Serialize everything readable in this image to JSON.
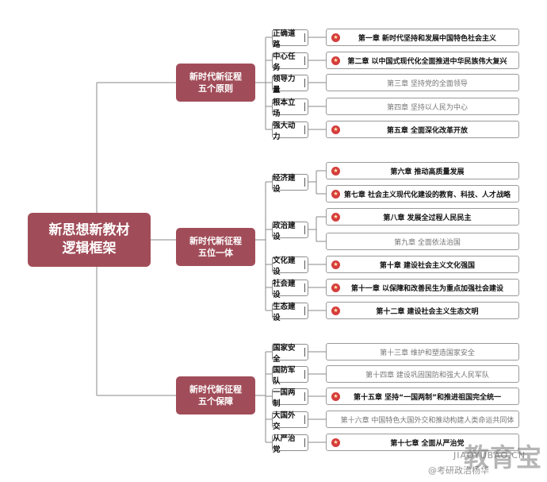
{
  "root": {
    "line1": "新思想新教材",
    "line2": "逻辑框架"
  },
  "branches": [
    {
      "line1": "新时代新征程",
      "line2": "五个原则",
      "categories": [
        {
          "label": "正确道路",
          "chapters": [
            {
              "text": "第一章 新时代坚持和发展中国特色社会主义",
              "star": true
            }
          ]
        },
        {
          "label": "中心任务",
          "chapters": [
            {
              "text": "第二章 以中国式现代化全面推进中华民族伟大复兴",
              "star": true
            }
          ]
        },
        {
          "label": "领导力量",
          "chapters": [
            {
              "text": "第三章 坚持党的全面领导",
              "star": false
            }
          ]
        },
        {
          "label": "根本立场",
          "chapters": [
            {
              "text": "第四章 坚持以人民为中心",
              "star": false
            }
          ]
        },
        {
          "label": "强大动力",
          "chapters": [
            {
              "text": "第五章 全面深化改革开放",
              "star": true
            }
          ]
        }
      ]
    },
    {
      "line1": "新时代新征程",
      "line2": "五位一体",
      "categories": [
        {
          "label": "经济建设",
          "chapters": [
            {
              "text": "第六章 推动高质量发展",
              "star": true
            },
            {
              "text": "第七章 社会主义现代化建设的教育、科技、人才战略",
              "star": true
            }
          ]
        },
        {
          "label": "政治建设",
          "chapters": [
            {
              "text": "第八章 发展全过程人民民主",
              "star": true
            },
            {
              "text": "第九章 全面依法治国",
              "star": false
            }
          ]
        },
        {
          "label": "文化建设",
          "chapters": [
            {
              "text": "第十章 建设社会主义文化强国",
              "star": true
            }
          ]
        },
        {
          "label": "社会建设",
          "chapters": [
            {
              "text": "第十一章 以保障和改善民生为重点加强社会建设",
              "star": true
            }
          ]
        },
        {
          "label": "生态建设",
          "chapters": [
            {
              "text": "第十二章 建设社会主义生态文明",
              "star": true
            }
          ]
        }
      ]
    },
    {
      "line1": "新时代新征程",
      "line2": "五个保障",
      "categories": [
        {
          "label": "国家安全",
          "chapters": [
            {
              "text": "第十三章 维护和塑造国家安全",
              "star": false
            }
          ]
        },
        {
          "label": "国防军队",
          "chapters": [
            {
              "text": "第十四章 建设巩固国防和强大人民军队",
              "star": false
            }
          ]
        },
        {
          "label": "一国两制",
          "chapters": [
            {
              "text": "第十五章 坚持“一国两制”和推进祖国完全统一",
              "star": true
            }
          ]
        },
        {
          "label": "大国外交",
          "chapters": [
            {
              "text": "第十六章 中国特色大国外交和推动构建人类命运共同体",
              "star": false
            }
          ]
        },
        {
          "label": "从严治党",
          "chapters": [
            {
              "text": "第十七章 全面从严治党",
              "star": true
            }
          ]
        }
      ]
    }
  ],
  "watermark": {
    "logo": "教育宝",
    "domain": "JIAOYUBAO.CN",
    "handle": "@考研政治杨华"
  },
  "colors": {
    "node": "#a14d59",
    "star": "#d53d3d",
    "line": "#777777"
  }
}
